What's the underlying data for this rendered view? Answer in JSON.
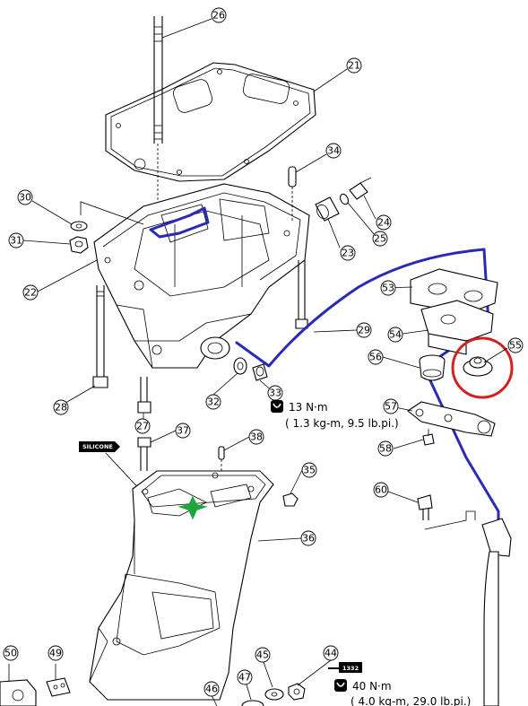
{
  "callouts": {
    "c21": "21",
    "c22": "22",
    "c23": "23",
    "c24": "24",
    "c25": "25",
    "c26": "26",
    "c27": "27",
    "c28": "28",
    "c29": "29",
    "c30": "30",
    "c31": "31",
    "c32": "32",
    "c33": "33",
    "c34": "34",
    "c35": "35",
    "c36": "36",
    "c37": "37",
    "c38": "38",
    "c44": "44",
    "c45": "45",
    "c46": "46",
    "c47": "47",
    "c49": "49",
    "c50": "50",
    "c53": "53",
    "c54": "54",
    "c55": "55",
    "c56": "56",
    "c57": "57",
    "c58": "58",
    "c60": "60"
  },
  "torque_1": {
    "value": "13 N·m",
    "sub": "( 1.3 kg-m, 9.5 lb.pi.)"
  },
  "torque_2": {
    "value": "40 N·m",
    "sub": "( 4.0 kg-m, 29.0 lb.pi.)"
  },
  "silicone_tag": "SILICONE",
  "threadlock_tag": "1332",
  "colors": {
    "hose": "#2a2ab8",
    "highlight_circle": "#d42020",
    "marker": "#1fa63a"
  }
}
